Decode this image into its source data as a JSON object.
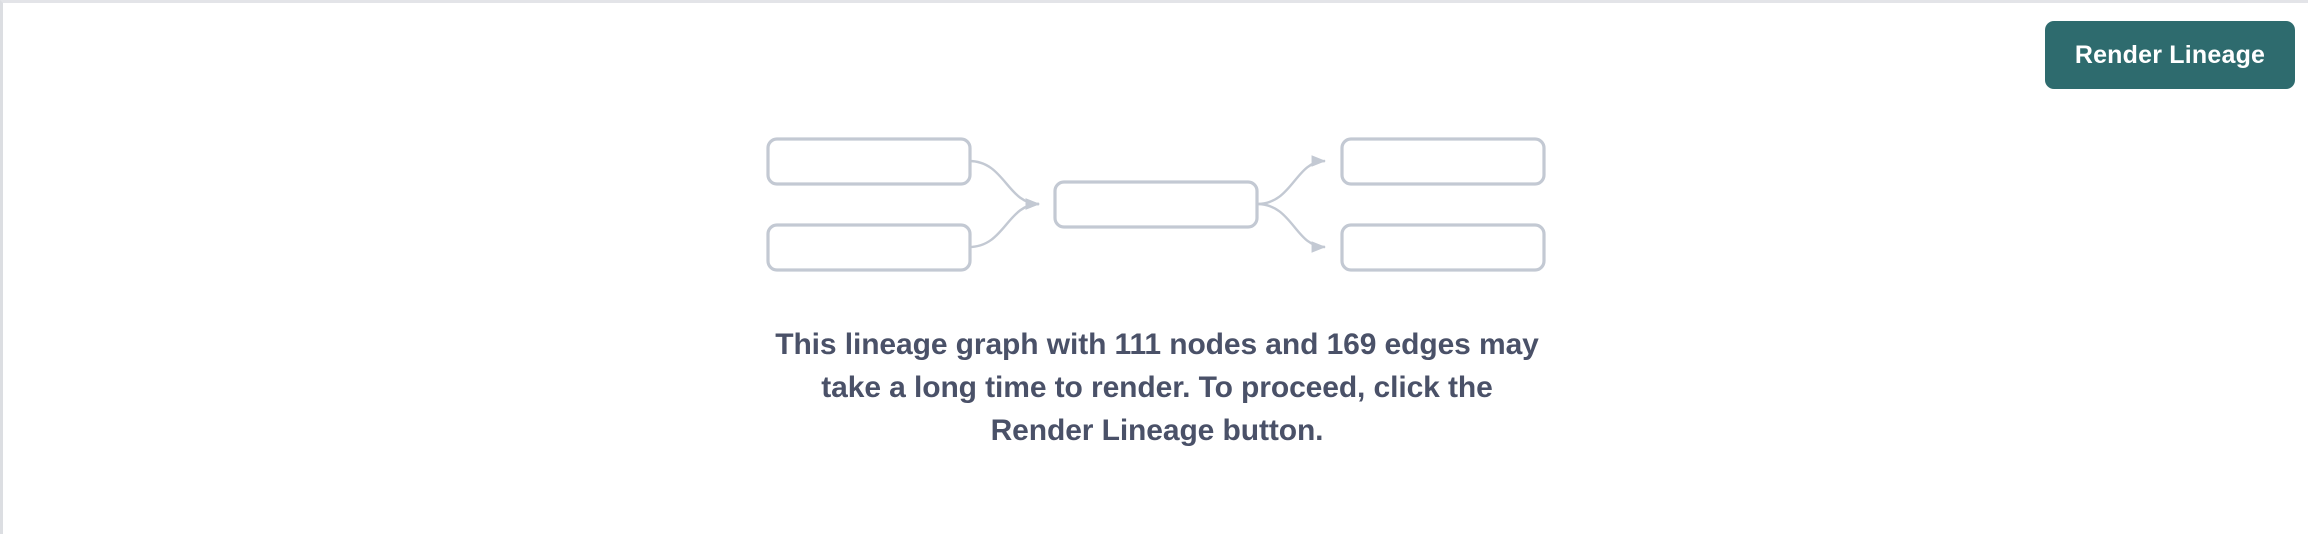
{
  "panel": {
    "background_color": "#ffffff",
    "border_color": "#e3e4e8"
  },
  "toolbar": {
    "render_button_label": "Render Lineage",
    "render_button_color": "#2e6b6e",
    "render_button_text_color": "#ffffff"
  },
  "placeholder_graph": {
    "node_border_color": "#c3c9d3",
    "edge_color": "#c3c9d3",
    "node_count": 5,
    "edge_count": 4,
    "nodes": [
      {
        "id": "node-left-top",
        "label": ""
      },
      {
        "id": "node-left-bottom",
        "label": ""
      },
      {
        "id": "node-center",
        "label": ""
      },
      {
        "id": "node-right-top",
        "label": ""
      },
      {
        "id": "node-right-bottom",
        "label": ""
      }
    ],
    "edges": [
      {
        "from": "node-left-top",
        "to": "node-center"
      },
      {
        "from": "node-left-bottom",
        "to": "node-center"
      },
      {
        "from": "node-center",
        "to": "node-right-top"
      },
      {
        "from": "node-center",
        "to": "node-right-bottom"
      }
    ]
  },
  "message": {
    "text": "This lineage graph with 111 nodes and 169 edges may take a long time to render. To proceed, click the Render Lineage button.",
    "node_count": 111,
    "edge_count": 169,
    "text_color": "#4a5168"
  }
}
